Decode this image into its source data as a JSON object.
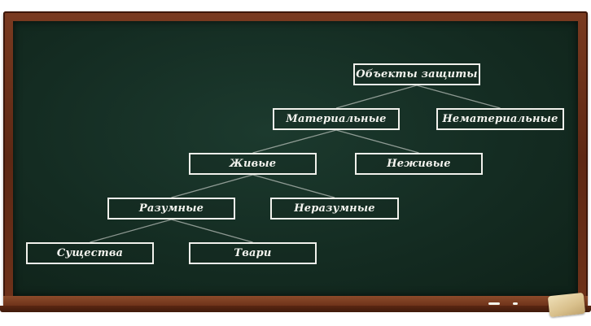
{
  "diagram": {
    "nodes": [
      {
        "id": "objects",
        "label": "Объекты защиты"
      },
      {
        "id": "material",
        "label": "Материальные"
      },
      {
        "id": "immaterial",
        "label": "Нематериальные"
      },
      {
        "id": "living",
        "label": "Живые"
      },
      {
        "id": "nonliving",
        "label": "Неживые"
      },
      {
        "id": "rational",
        "label": "Разумные"
      },
      {
        "id": "irrational",
        "label": "Неразумные"
      },
      {
        "id": "beings",
        "label": "Существа"
      },
      {
        "id": "creatures",
        "label": "Твари"
      }
    ],
    "edges": [
      [
        "objects",
        "material"
      ],
      [
        "objects",
        "immaterial"
      ],
      [
        "material",
        "living"
      ],
      [
        "material",
        "nonliving"
      ],
      [
        "living",
        "rational"
      ],
      [
        "living",
        "irrational"
      ],
      [
        "rational",
        "beings"
      ],
      [
        "rational",
        "creatures"
      ]
    ]
  },
  "colors": {
    "board": "#163127",
    "frame": "#6a2f19",
    "chalk": "#f1f1ec"
  }
}
